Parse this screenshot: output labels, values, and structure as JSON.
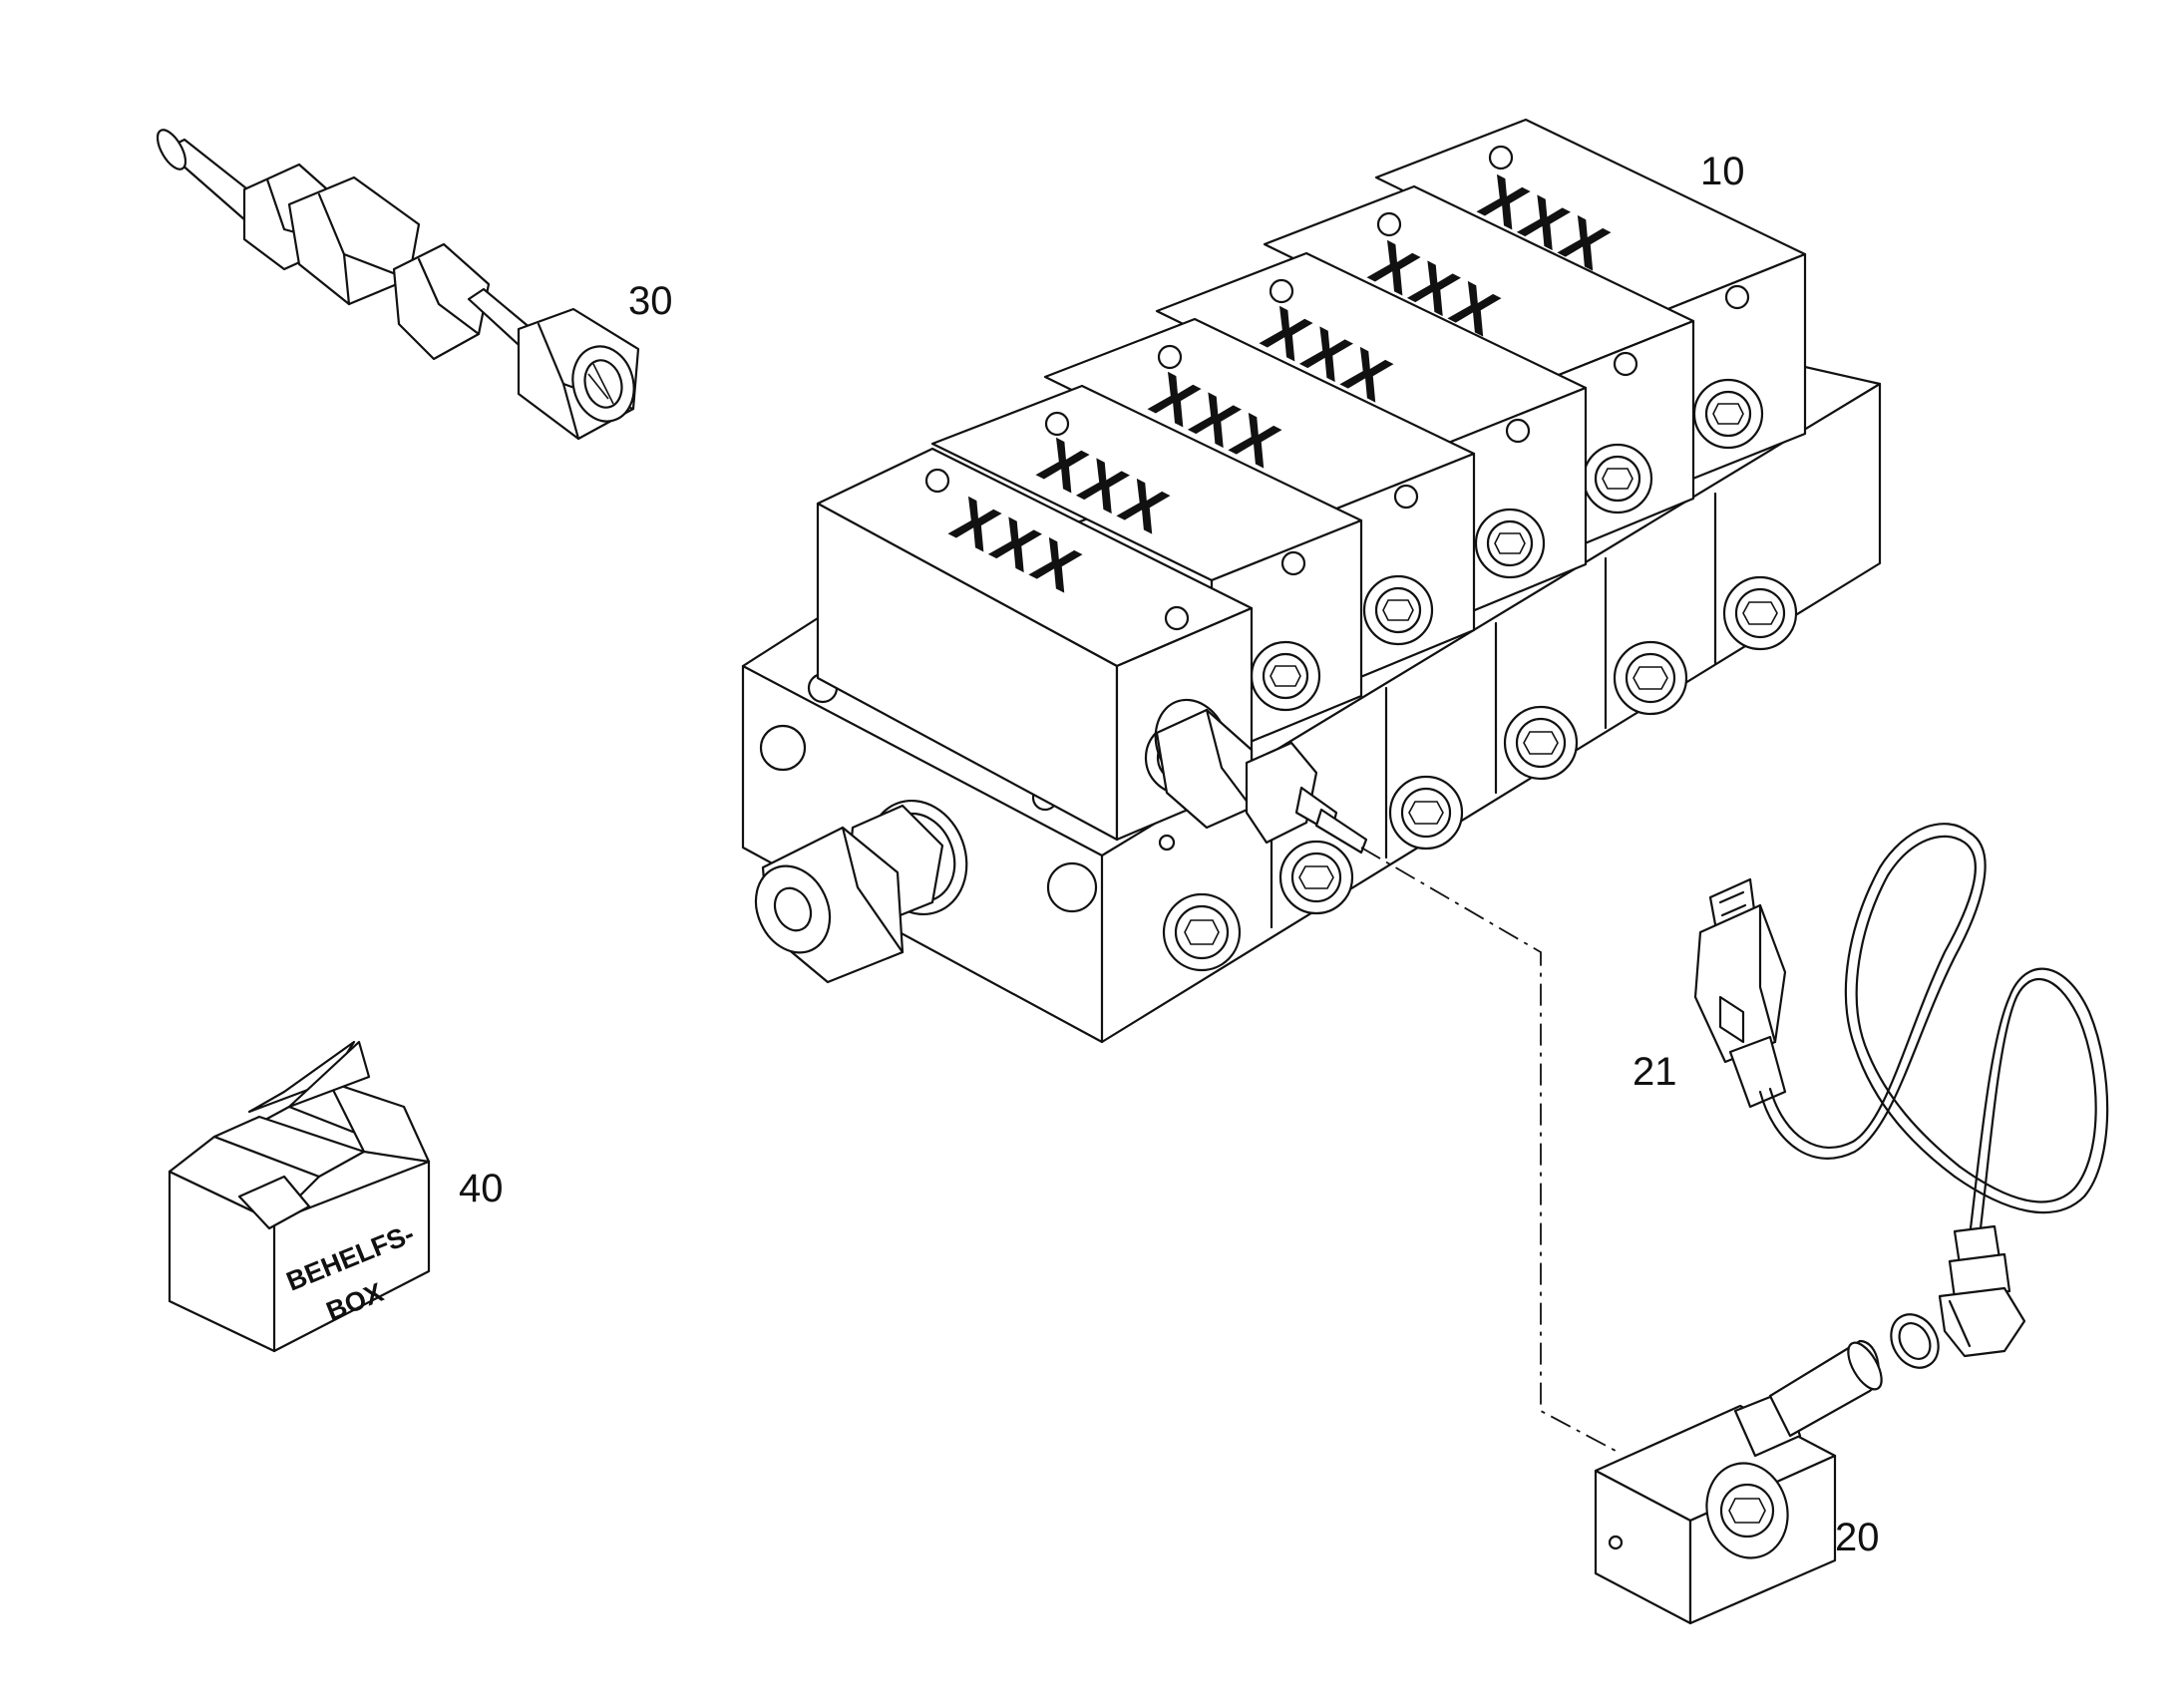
{
  "callouts": {
    "c10": "10",
    "c20": "20",
    "c21": "21",
    "c30": "30",
    "c40": "40"
  },
  "valve_marking": "XXX",
  "box_label": {
    "line1": "BEHELFS-",
    "line2": "BOX"
  },
  "colors": {
    "line": "#111111",
    "background": "#ffffff"
  }
}
